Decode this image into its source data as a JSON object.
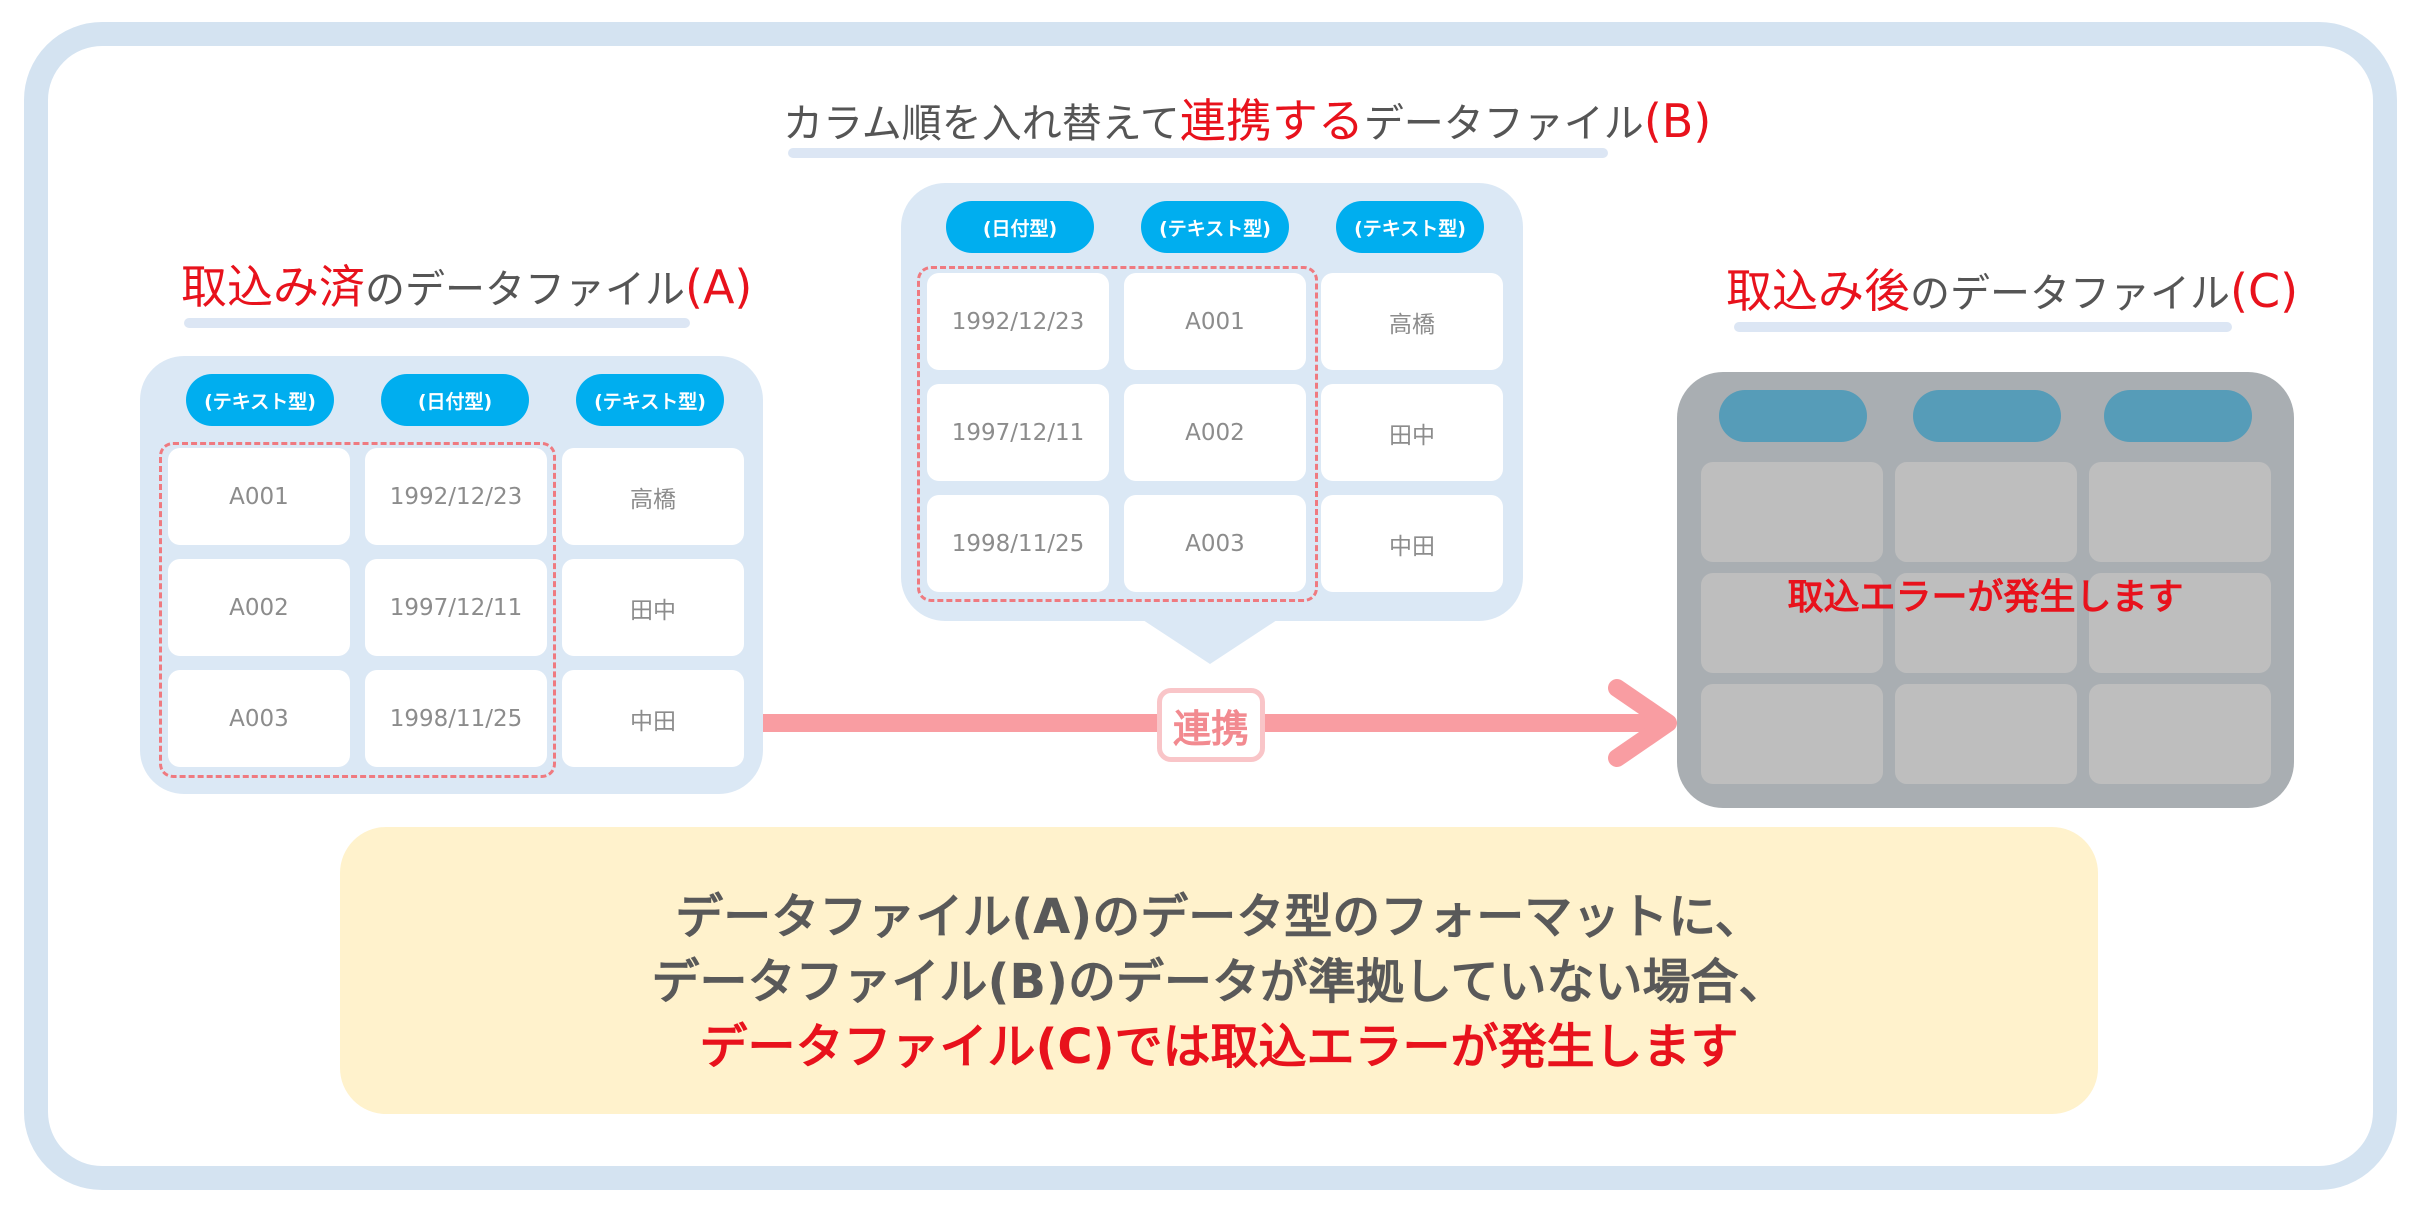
{
  "file_b": {
    "title_pre": "カラム順を入れ替えて",
    "title_red": "連携する",
    "title_post": "データファイル",
    "title_paren": "(B)",
    "headers": [
      "(日付型)",
      "(テキスト型)",
      "(テキスト型)"
    ],
    "rows": [
      [
        "1992/12/23",
        "A001",
        "高橋"
      ],
      [
        "1997/12/11",
        "A002",
        "田中"
      ],
      [
        "1998/11/25",
        "A003",
        "中田"
      ]
    ]
  },
  "file_a": {
    "title_red": "取込み済",
    "title_post": "のデータファイル",
    "title_paren": "(A)",
    "headers": [
      "(テキスト型)",
      "(日付型)",
      "(テキスト型)"
    ],
    "rows": [
      [
        "A001",
        "1992/12/23",
        "高橋"
      ],
      [
        "A002",
        "1997/12/11",
        "田中"
      ],
      [
        "A003",
        "1998/11/25",
        "中田"
      ]
    ]
  },
  "file_c": {
    "title_red": "取込み後",
    "title_post": "のデータファイル",
    "title_paren": "(C)",
    "error": "取込エラーが発生します"
  },
  "arrow": {
    "label": "連携"
  },
  "note": {
    "line1": "データファイル(A)のデータ型のフォーマットに、",
    "line2": "データファイル(B)のデータが準拠していない場合、",
    "line3": "データファイル(C)では取込エラーが発生します"
  },
  "colors": {
    "accent_red": "#e8121c",
    "header_blue": "#00aeef",
    "panel_blue": "#dbe8f5",
    "arrow_pink": "#f99da2",
    "note_yellow": "#fff2cc"
  }
}
